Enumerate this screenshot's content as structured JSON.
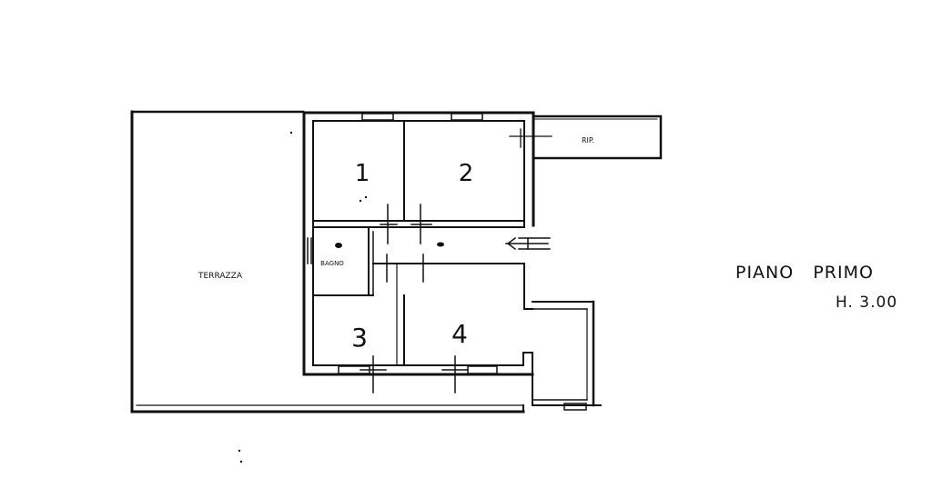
{
  "rooms": {
    "room_1": "1",
    "room_2": "2",
    "room_3": "3",
    "room_4": "4",
    "terrazza": "TERRAZZA",
    "bagno": "BAGNO",
    "rip": "RIP."
  },
  "caption": {
    "floor": "PIANO   PRIMO",
    "height": "H. 3.00"
  }
}
